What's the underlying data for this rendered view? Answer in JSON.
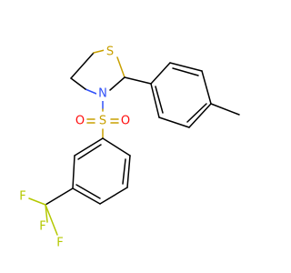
{
  "molecule": {
    "atoms": {
      "S_ring": {
        "symbol": "S",
        "color": "#c8a000"
      },
      "N": {
        "symbol": "N",
        "color": "#3050f8"
      },
      "S_sulfonyl": {
        "symbol": "S",
        "color": "#c8a000"
      },
      "O_left": {
        "symbol": "O",
        "color": "#ff0d0d"
      },
      "O_right": {
        "symbol": "O",
        "color": "#ff0d0d"
      },
      "F_top": {
        "symbol": "F",
        "color": "#b4c800"
      },
      "F_left": {
        "symbol": "F",
        "color": "#b4c800"
      },
      "F_bottom": {
        "symbol": "F",
        "color": "#b4c800"
      }
    }
  }
}
